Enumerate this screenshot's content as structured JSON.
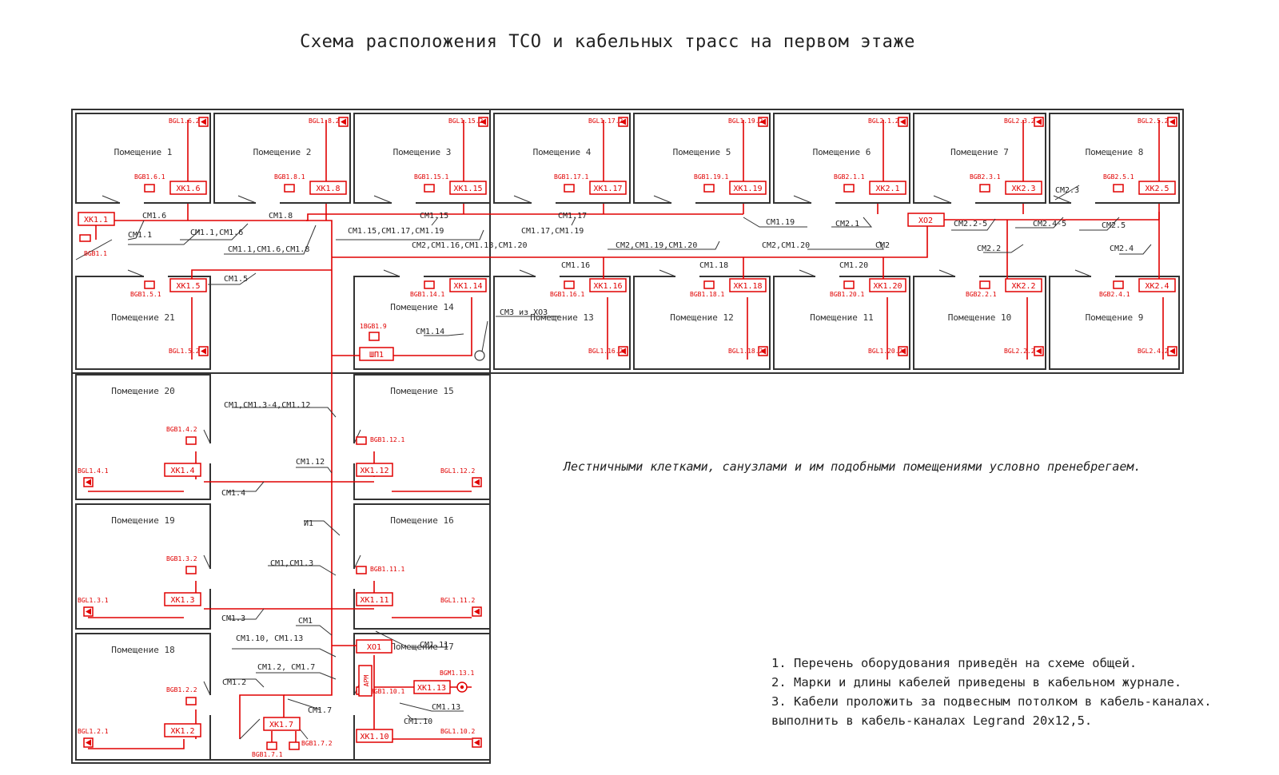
{
  "title": "Схема расположения ТСО и кабельных трасс на первом этаже",
  "neglect_note": "Лестничными клетками, санузлами и им подобными помещениями условно пренебрегаем.",
  "notes": [
    "1. Перечень оборудования приведён на схеме общей.",
    "2. Марки и длины кабелей приведены в кабельном журнале.",
    "3. Кабели проложить за подвесным потолком в кабель-каналах.",
    "выполнить в кабель-каналах Legrand 20x12,5."
  ],
  "colors": {
    "wire": "#e00000",
    "wall": "#333333",
    "text": "#222222"
  },
  "rooms": [
    {
      "id": "r1",
      "name": "Помещение 1",
      "bgl": "BGL1.6.2",
      "bgb": "BGB1.6.1",
      "xk": "XK1.6"
    },
    {
      "id": "r2",
      "name": "Помещение 2",
      "bgl": "BGL1.8.2",
      "bgb": "BGB1.8.1",
      "xk": "XK1.8"
    },
    {
      "id": "r3",
      "name": "Помещение 3",
      "bgl": "BGL1.15.2",
      "bgb": "BGB1.15.1",
      "xk": "XK1.15"
    },
    {
      "id": "r4",
      "name": "Помещение 4",
      "bgl": "BGL1.17.2",
      "bgb": "BGB1.17.1",
      "xk": "XK1.17"
    },
    {
      "id": "r5",
      "name": "Помещение 5",
      "bgl": "BGL1.19.2",
      "bgb": "BGB1.19.1",
      "xk": "XK1.19"
    },
    {
      "id": "r6",
      "name": "Помещение 6",
      "bgl": "BGL2.1.2",
      "bgb": "BGB2.1.1",
      "xk": "XK2.1"
    },
    {
      "id": "r7",
      "name": "Помещение 7",
      "bgl": "BGL2.3.2",
      "bgb": "BGB2.3.1",
      "xk": "XK2.3"
    },
    {
      "id": "r8",
      "name": "Помещение 8",
      "bgl": "BGL2.5.2",
      "bgb": "BGB2.5.1",
      "xk": "XK2.5"
    },
    {
      "id": "r21",
      "name": "Помещение 21",
      "bgl": "BGL1.5.2",
      "bgb": "BGB1.5.1",
      "xk": "XK1.5"
    },
    {
      "id": "r14",
      "name": "Помещение 14",
      "bgl": "",
      "bgb": "BGB1.14.1",
      "xk": "XK1.14"
    },
    {
      "id": "r13",
      "name": "Помещение 13",
      "bgl": "BGL1.16.2",
      "bgb": "BGB1.16.1",
      "xk": "XK1.16"
    },
    {
      "id": "r12",
      "name": "Помещение 12",
      "bgl": "BGL1.18.2",
      "bgb": "BGB1.18.1",
      "xk": "XK1.18"
    },
    {
      "id": "r11",
      "name": "Помещение 11",
      "bgl": "BGL1.20.2",
      "bgb": "BGB1.20.1",
      "xk": "XK1.20"
    },
    {
      "id": "r10",
      "name": "Помещение 10",
      "bgl": "BGL2.2.2",
      "bgb": "BGB2.2.1",
      "xk": "XK2.2"
    },
    {
      "id": "r9",
      "name": "Помещение 9",
      "bgl": "BGL2.4.2",
      "bgb": "BGB2.4.1",
      "xk": "XK2.4"
    },
    {
      "id": "r20",
      "name": "Помещение 20",
      "bgl": "BGL1.4.1",
      "bgb": "BGB1.4.2",
      "xk": "XK1.4"
    },
    {
      "id": "r15",
      "name": "Помещение 15",
      "bgl": "BGL1.12.2",
      "bgb": "BGB1.12.1",
      "xk": "XK1.12"
    },
    {
      "id": "r19",
      "name": "Помещение 19",
      "bgl": "BGL1.3.1",
      "bgb": "BGB1.3.2",
      "xk": "XK1.3"
    },
    {
      "id": "r16",
      "name": "Помещение 16",
      "bgl": "BGL1.11.2",
      "bgb": "BGB1.11.1",
      "xk": "XK1.11"
    },
    {
      "id": "r18",
      "name": "Помещение 18",
      "bgl": "BGL1.2.1",
      "bgb": "BGB1.2.2",
      "xk": "XK1.2"
    },
    {
      "id": "r17",
      "name": "Помещение 17",
      "bgl": "BGL1.10.2",
      "bgb": "BGB1.10.1",
      "xk": "XK1.10"
    }
  ],
  "devices": {
    "xk11": "XK1.1",
    "bgb11": "BGB1.1",
    "xo2": "XO2",
    "xo1": "XO1",
    "shp1": "ШП1",
    "bgb19": "1BGB1.9",
    "arm": "APM",
    "xk113": "XK1.13",
    "bgm": "BGM1.13.1",
    "xk17": "XK1.7",
    "bgb171": "BGB1.7.1",
    "bgb172": "BGB1.7.2",
    "cm3": "CM3 из XO3"
  },
  "cables": {
    "c16": "CM1.6",
    "c11": "CM1.1",
    "c1116": "CM1.1,CM1.6",
    "c18": "CM1.8",
    "c111618": "CM1.1,CM1.6,CM1.8",
    "c115": "CM1.15",
    "c117": "CM1.17",
    "c115117119": "CM1.15,CM1.17,CM1.19",
    "c117119": "CM1.17,CM1.19",
    "c119": "CM1.19",
    "c2116118120": "CM2,CM1.16,CM1.18,CM1.20",
    "c2119120": "CM2,CM1.19,CM1.20",
    "c2120": "CM2,CM1.20",
    "c2": "CM2",
    "c21": "CM2.1",
    "c223": "CM2.2-5",
    "c245": "CM2.4-5",
    "c23": "CM2.3",
    "c25": "CM2.5",
    "c22": "CM2.2",
    "c24": "CM2.4",
    "c15": "CM1.5",
    "c116": "CM1.16",
    "c118": "CM1.18",
    "c120": "CM1.20",
    "c114": "CM1.14",
    "c1_134_112": "CM1,CM1.3-4,CM1.12",
    "c112": "CM1.12",
    "c14": "CM1.4",
    "i1": "И1",
    "c113": "CM1,CM1.3",
    "c13": "CM1.3",
    "c1": "CM1",
    "c110_113": "CM1.10, CM1.13",
    "c111": "CM1.11",
    "c12_17": "CM1.2, CM1.7",
    "c12": "CM1.2",
    "c17": "CM1.7",
    "c113b": "CM1.13",
    "c110": "CM1.10"
  }
}
